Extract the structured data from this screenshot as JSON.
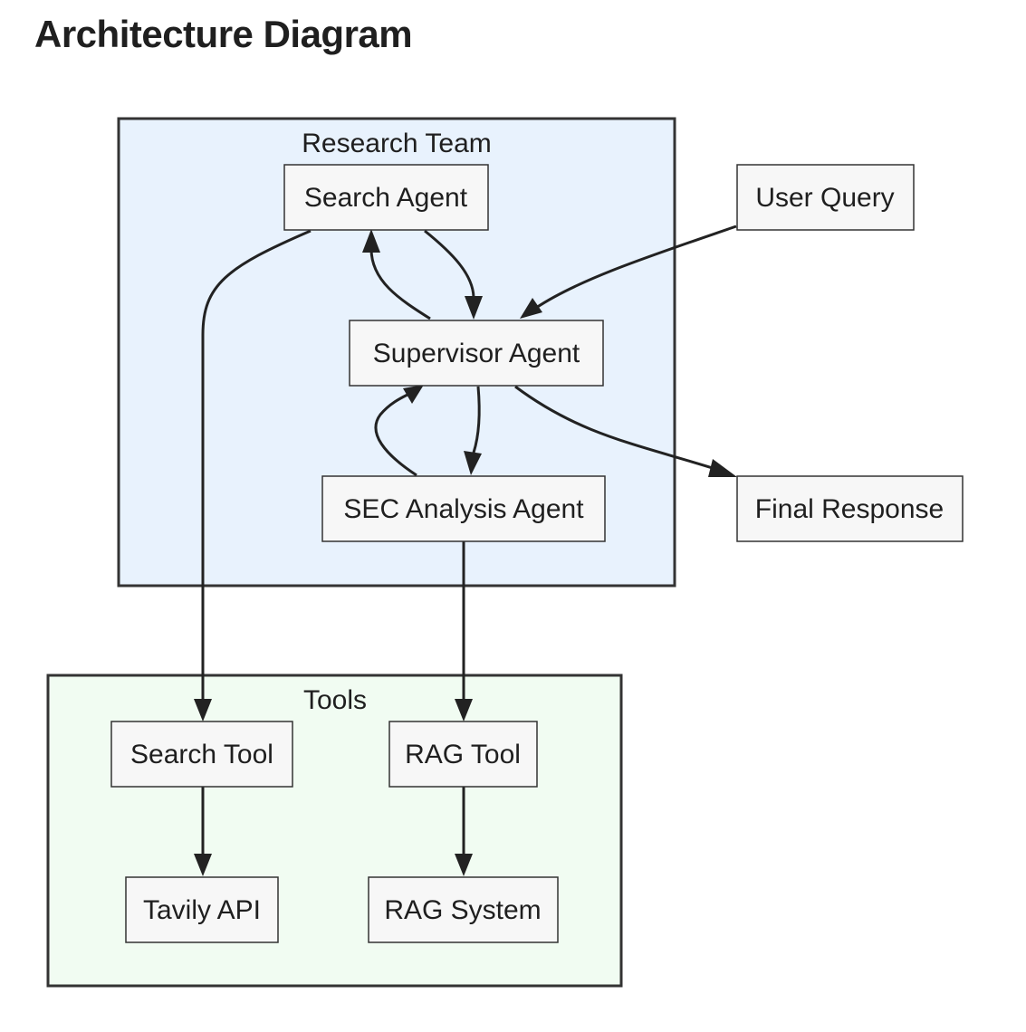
{
  "page": {
    "title": "Architecture Diagram"
  },
  "groups": {
    "research_team": {
      "label": "Research Team",
      "fill": "#e8f2fd"
    },
    "tools": {
      "label": "Tools",
      "fill": "#f1fcf2"
    }
  },
  "nodes": {
    "search_agent": "Search Agent",
    "supervisor_agent": "Supervisor Agent",
    "sec_analysis_agent": "SEC Analysis Agent",
    "user_query": "User Query",
    "final_response": "Final Response",
    "search_tool": "Search Tool",
    "rag_tool": "RAG Tool",
    "tavily_api": "Tavily API",
    "rag_system": "RAG System"
  },
  "edges": [
    {
      "from": "User Query",
      "to": "Supervisor Agent"
    },
    {
      "from": "Supervisor Agent",
      "to": "Search Agent"
    },
    {
      "from": "Search Agent",
      "to": "Supervisor Agent"
    },
    {
      "from": "Supervisor Agent",
      "to": "SEC Analysis Agent"
    },
    {
      "from": "SEC Analysis Agent",
      "to": "Supervisor Agent"
    },
    {
      "from": "Supervisor Agent",
      "to": "Final Response"
    },
    {
      "from": "Search Agent",
      "to": "Search Tool"
    },
    {
      "from": "SEC Analysis Agent",
      "to": "RAG Tool"
    },
    {
      "from": "Search Tool",
      "to": "Tavily API"
    },
    {
      "from": "RAG Tool",
      "to": "RAG System"
    }
  ],
  "colors": {
    "line": "#222222",
    "node_fill": "#f7f7f7",
    "border": "#333333"
  }
}
